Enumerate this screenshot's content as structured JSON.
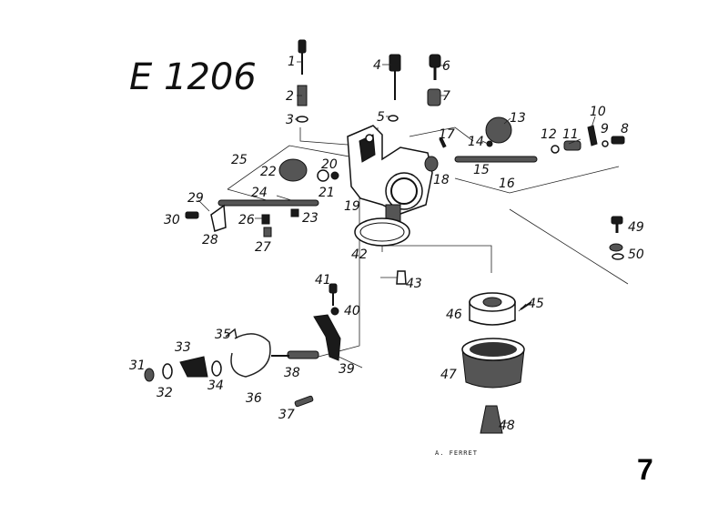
{
  "title": "E 1206",
  "page_number": "7",
  "signature": "A. FERRET",
  "callouts": [
    "1",
    "2",
    "3",
    "4",
    "5",
    "6",
    "7",
    "8",
    "9",
    "10",
    "11",
    "12",
    "13",
    "14",
    "15",
    "16",
    "17",
    "18",
    "19",
    "20",
    "21",
    "22",
    "23",
    "24",
    "25",
    "26",
    "27",
    "28",
    "29",
    "30",
    "31",
    "32",
    "33",
    "34",
    "35",
    "36",
    "37",
    "38",
    "39",
    "40",
    "41",
    "42",
    "43",
    "45",
    "46",
    "47",
    "48",
    "49",
    "50"
  ]
}
